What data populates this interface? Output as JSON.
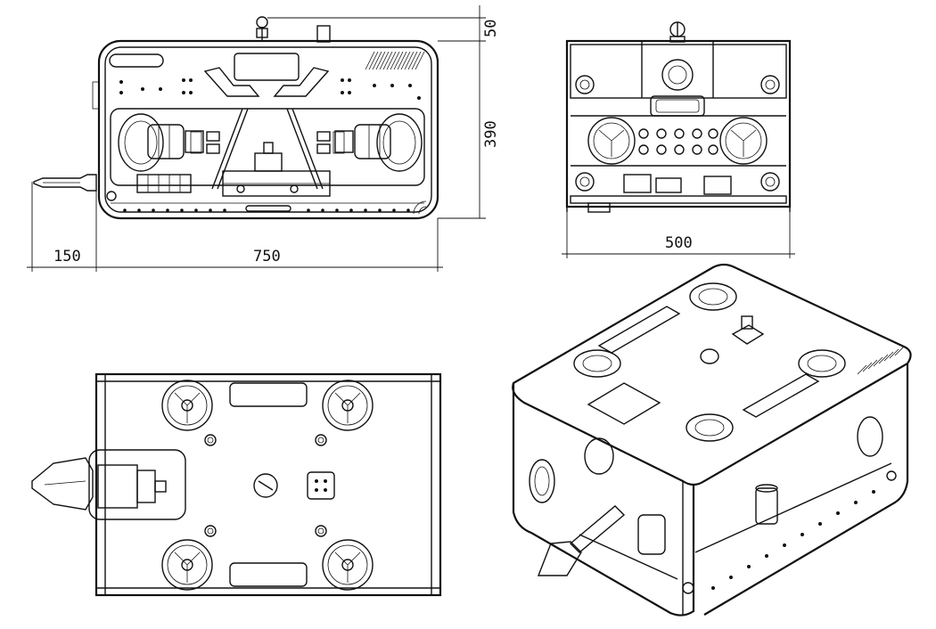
{
  "dimensions": {
    "side_top_offset": "50",
    "side_height": "390",
    "tether_length": "150",
    "side_length": "750",
    "front_width": "500"
  },
  "views": {
    "side": "side-elevation-view",
    "front": "front-elevation-view",
    "top": "top-plan-view",
    "iso": "isometric-view"
  },
  "colors": {
    "line": "#111111",
    "background": "#ffffff"
  }
}
